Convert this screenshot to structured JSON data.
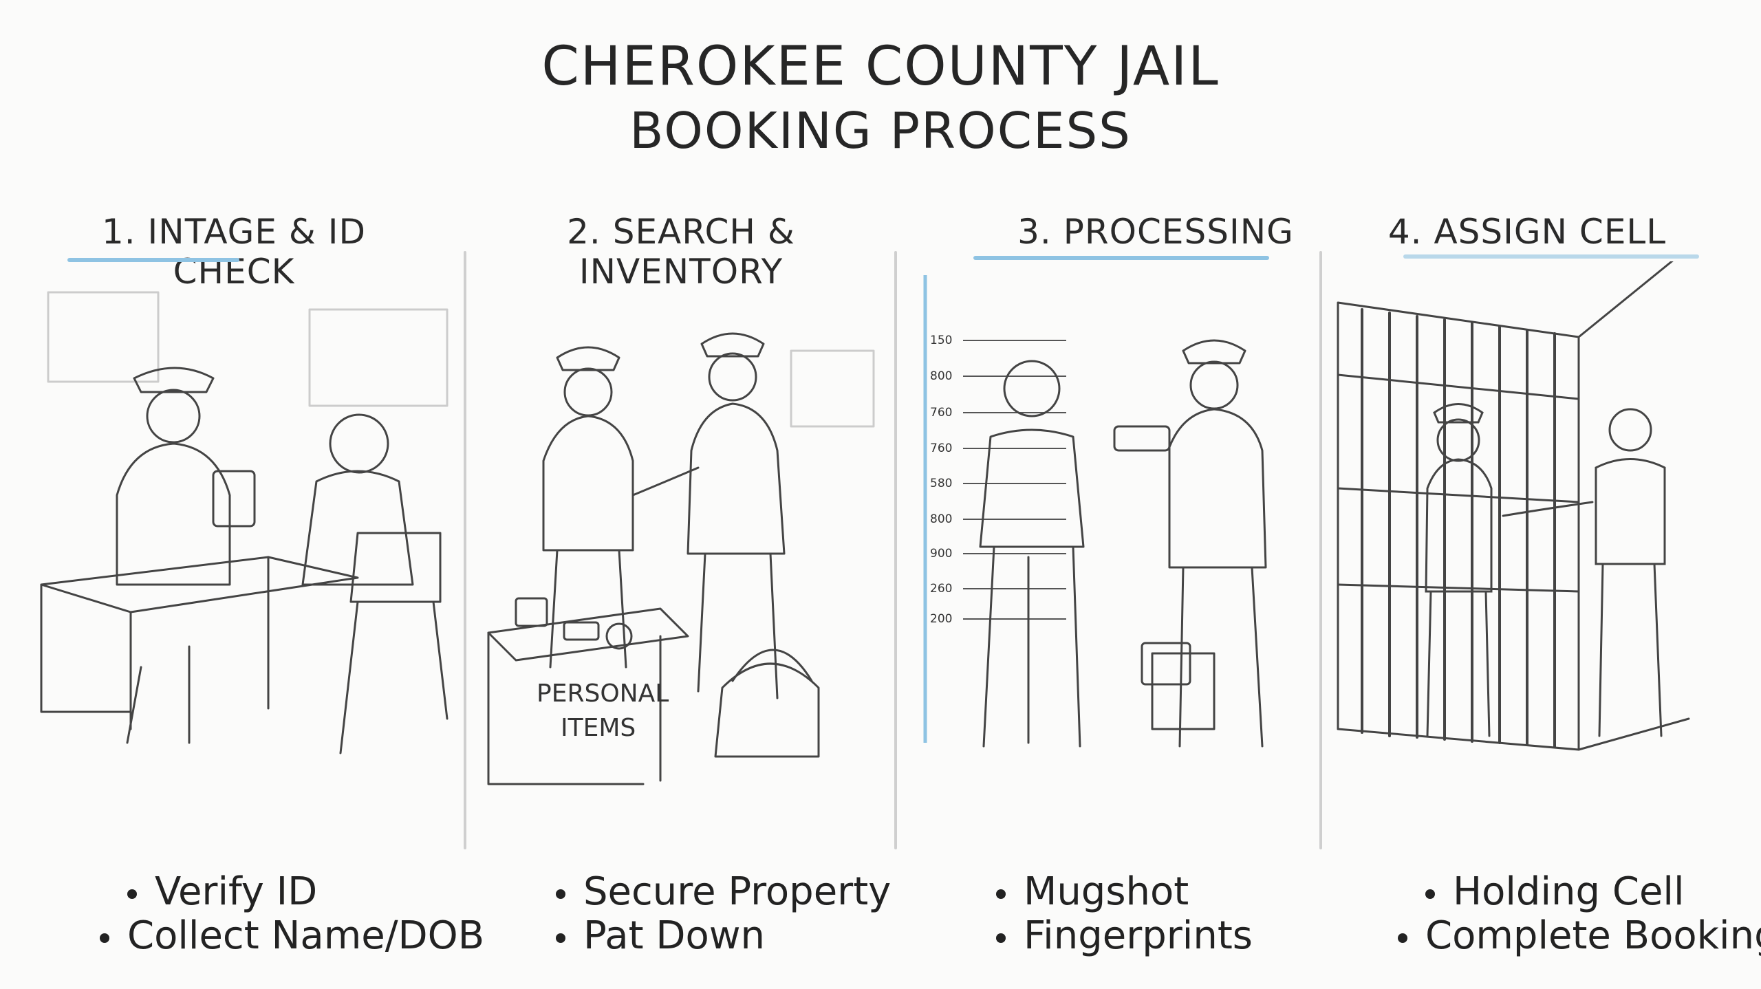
{
  "title": {
    "line1": "CHEROKEE COUNTY JAIL",
    "line2": "BOOKING PROCESS"
  },
  "steps": [
    {
      "heading": "1. INTAGE & ID CHECK",
      "bullets": [
        "Verify ID",
        "Collect Name/DOB"
      ]
    },
    {
      "heading": "2. SEARCH & INVENTORY",
      "bullets": [
        "Secure Property",
        "Pat Down"
      ],
      "box_label_1": "PERSONAL",
      "box_label_2": "ITEMS"
    },
    {
      "heading": "3. PROCESSING",
      "bullets": [
        "Mugshot",
        "Fingerprints"
      ],
      "height_marks": [
        "150",
        "800",
        "760",
        "760",
        "580",
        "800",
        "900",
        "260",
        "200"
      ]
    },
    {
      "heading": "4. ASSIGN CELL",
      "bullets": [
        "Holding Cell",
        "Complete Booking"
      ]
    }
  ],
  "colors": {
    "accent": "#8ec3e3",
    "ink": "#2b2b2b"
  }
}
